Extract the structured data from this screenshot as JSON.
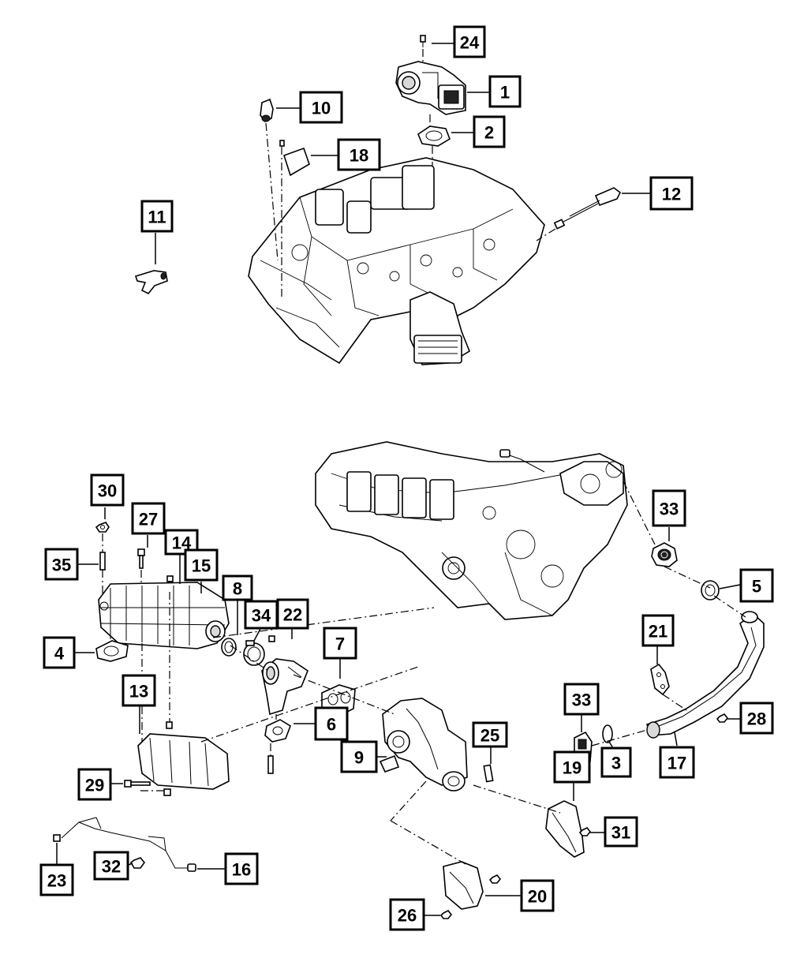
{
  "callouts": {
    "c1": "1",
    "c2": "2",
    "c3": "3",
    "c4": "4",
    "c5": "5",
    "c6": "6",
    "c7": "7",
    "c8": "8",
    "c9": "9",
    "c10": "10",
    "c11": "11",
    "c12": "12",
    "c13": "13",
    "c14": "14",
    "c15": "15",
    "c16": "16",
    "c17": "17",
    "c18": "18",
    "c19": "19",
    "c20": "20",
    "c21": "21",
    "c22": "22",
    "c23": "23",
    "c24": "24",
    "c25": "25",
    "c26": "26",
    "c27": "27",
    "c28": "28",
    "c29": "29",
    "c30": "30",
    "c31": "31",
    "c32": "32",
    "c33a": "33",
    "c33b": "33",
    "c34": "34",
    "c35": "35"
  },
  "colors": {
    "line": "#000000",
    "background": "#ffffff",
    "shading": "#d9d9d9"
  }
}
